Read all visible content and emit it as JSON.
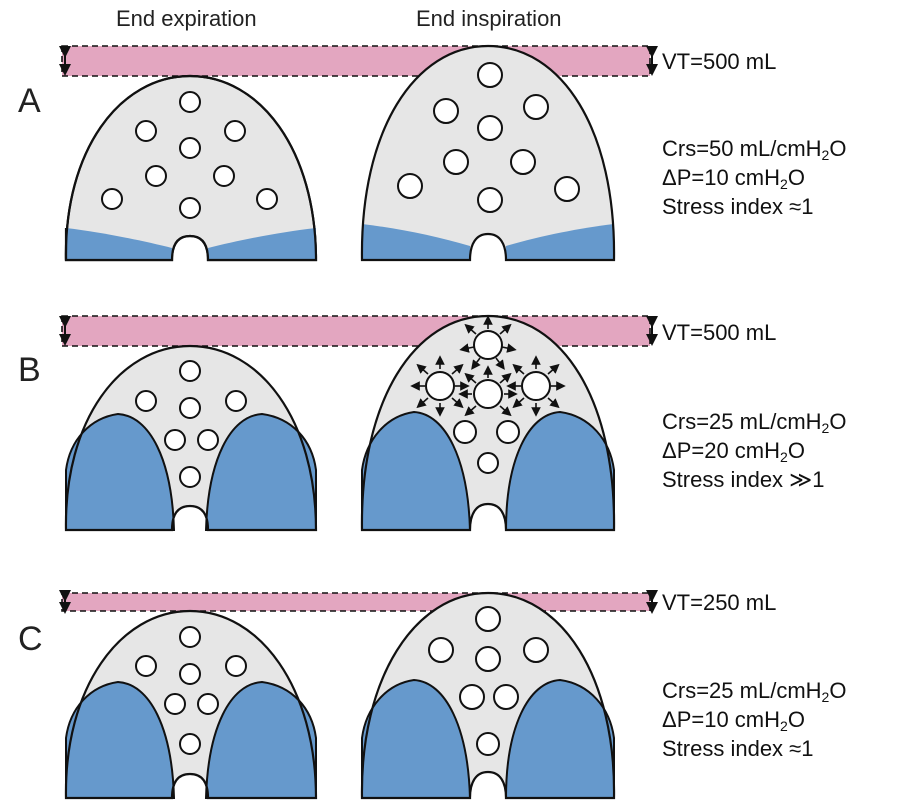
{
  "headers": {
    "left": "End expiration",
    "right": "End inspiration"
  },
  "panels": [
    {
      "letter": "A",
      "vt": "VT=500 mL",
      "crs_prefix": "Crs=50 mL/cmH",
      "crs_sub": "2",
      "crs_suffix": "O",
      "dp_prefix": "ΔP=10 cmH",
      "dp_sub": "2",
      "dp_suffix": "O",
      "stress": "Stress index ≈1"
    },
    {
      "letter": "B",
      "vt": "VT=500 mL",
      "crs_prefix": "Crs=25 mL/cmH",
      "crs_sub": "2",
      "crs_suffix": "O",
      "dp_prefix": "ΔP=20 cmH",
      "dp_sub": "2",
      "dp_suffix": "O",
      "stress": "Stress index ≫1"
    },
    {
      "letter": "C",
      "vt": "VT=250 mL",
      "crs_prefix": "Crs=25 mL/cmH",
      "crs_sub": "2",
      "crs_suffix": "O",
      "dp_prefix": "ΔP=10 cmH",
      "dp_sub": "2",
      "dp_suffix": "O",
      "stress": "Stress index ≈1"
    }
  ],
  "colors": {
    "band": "#e3a6c0",
    "lung": "#e6e6e6",
    "dependent": "#6699cc",
    "outline": "#111111"
  }
}
